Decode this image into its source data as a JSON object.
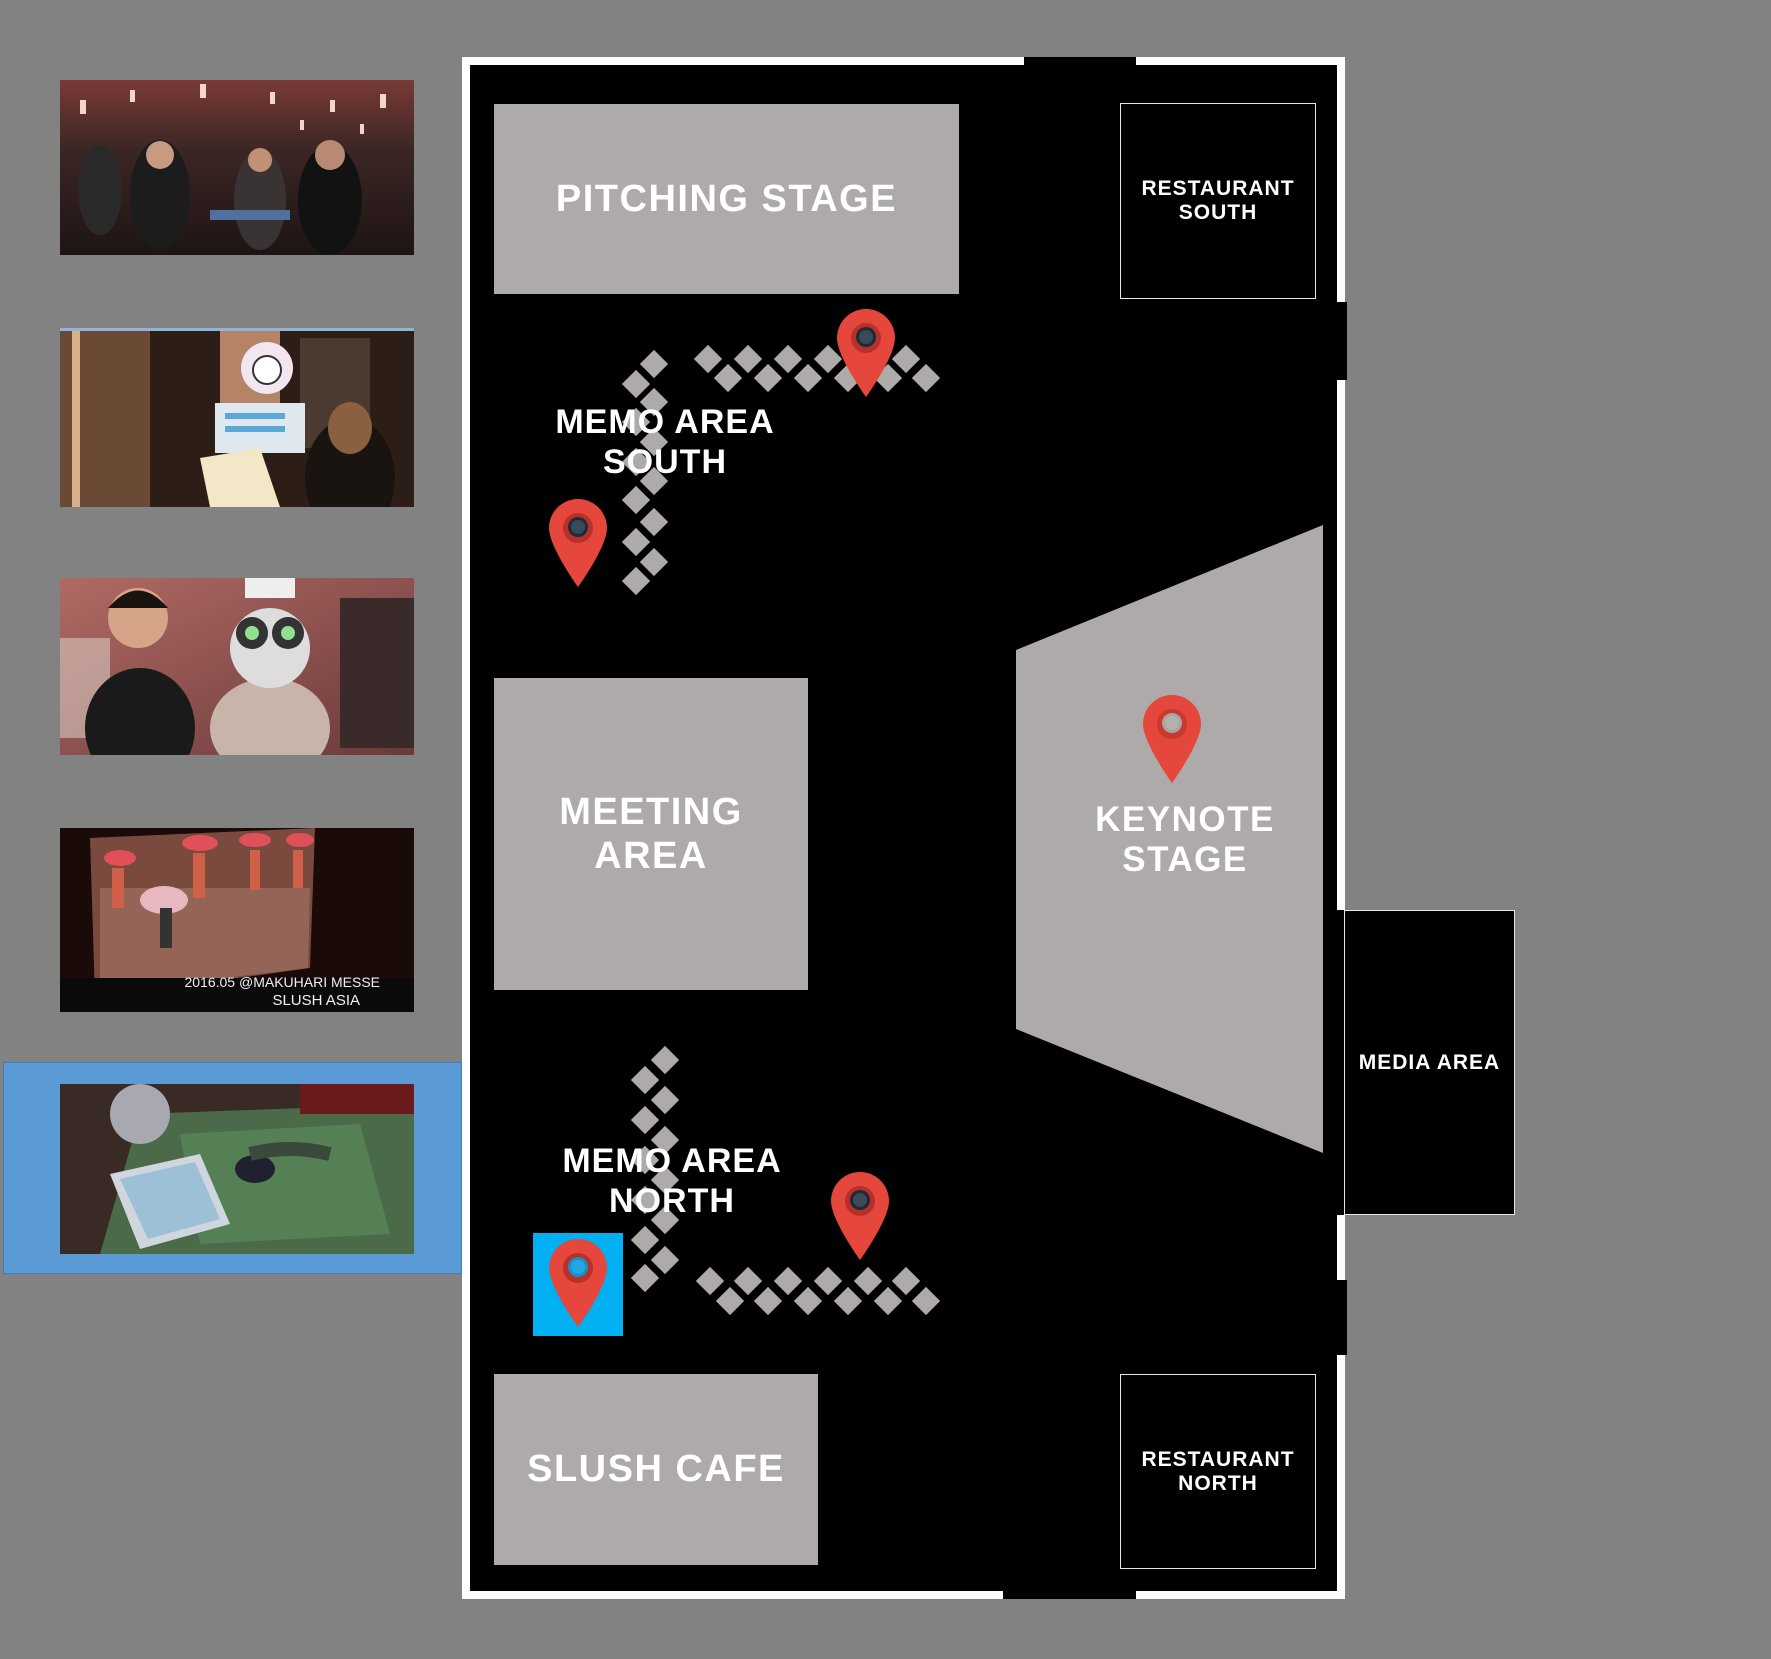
{
  "thumbnails": {
    "items": [
      {
        "id": "t1",
        "caption": ""
      },
      {
        "id": "t2",
        "caption": ""
      },
      {
        "id": "t3",
        "caption": ""
      },
      {
        "id": "t4",
        "caption_line1": "2016.05 @MAKUHARI MESSE",
        "caption_line2": "SLUSH ASIA"
      },
      {
        "id": "t5",
        "caption": "",
        "selected": true
      }
    ]
  },
  "floorplan": {
    "areas": {
      "pitching_stage": "PITCHING STAGE",
      "restaurant_south_l1": "RESTAURANT",
      "restaurant_south_l2": "SOUTH",
      "memo_south_l1": "MEMO AREA",
      "memo_south_l2": "SOUTH",
      "meeting_l1": "MEETING",
      "meeting_l2": "AREA",
      "keynote_l1": "KEYNOTE",
      "keynote_l2": "STAGE",
      "media_area": "MEDIA AREA",
      "memo_north_l1": "MEMO AREA",
      "memo_north_l2": "NORTH",
      "slush_cafe": "SLUSH CAFE",
      "restaurant_north_l1": "RESTAURANT",
      "restaurant_north_l2": "NORTH"
    },
    "pins": [
      {
        "id": "pin-memo-south-top",
        "selected": false
      },
      {
        "id": "pin-memo-south-left",
        "selected": false
      },
      {
        "id": "pin-keynote",
        "selected": false
      },
      {
        "id": "pin-memo-north-right",
        "selected": false
      },
      {
        "id": "pin-memo-north-left",
        "selected": true
      }
    ]
  },
  "colors": {
    "background": "#828282",
    "floor": "#000000",
    "area_fill": "#aeaaa9",
    "pin": "#e5473c",
    "pin_selected_bg": "#00b0f0",
    "thumb_selected_bg": "#5b9bd5"
  }
}
